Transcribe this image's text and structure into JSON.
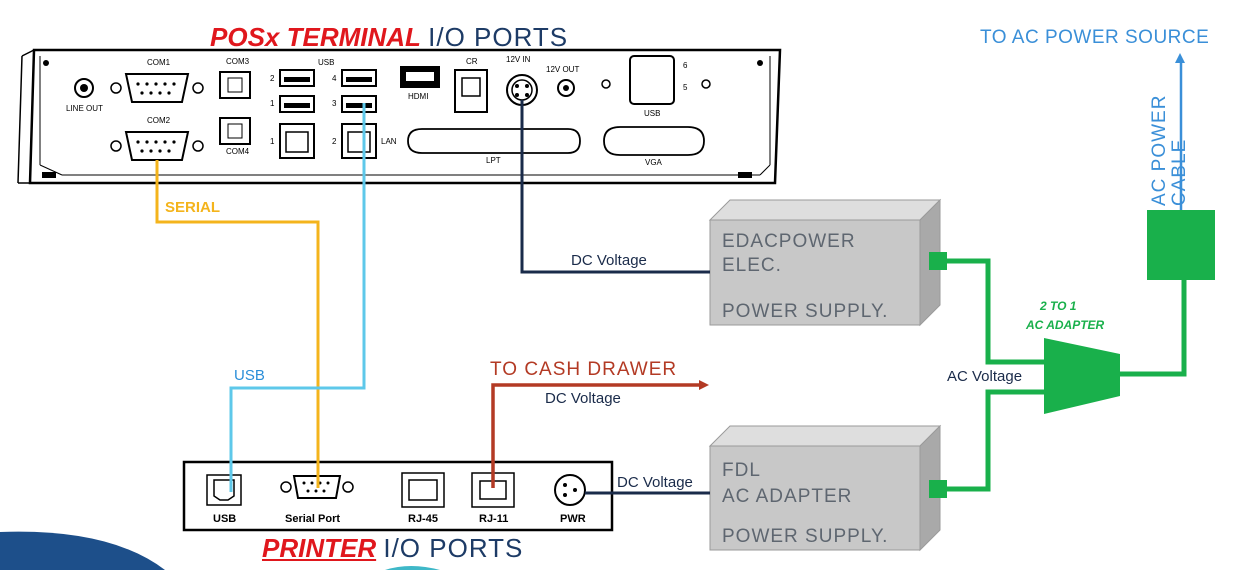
{
  "terminal": {
    "title_brand": "POSx TERMINAL",
    "title_rest": "I/O PORTS",
    "ports": {
      "com1": "COM1",
      "com2": "COM2",
      "com3": "COM3",
      "com4": "COM4",
      "usb": "USB",
      "usb_n1": "1",
      "usb_n2": "2",
      "usb_n3": "3",
      "usb_n4": "4",
      "lan": "LAN",
      "lan_n1": "1",
      "lan_n2": "2",
      "hdmi": "HDMI",
      "cr": "CR",
      "in12v": "12V IN",
      "out12v": "12V OUT",
      "lineout": "LINE OUT",
      "lpt": "LPT",
      "vga": "VGA",
      "usb_right": "USB",
      "n6": "6",
      "n5": "5"
    }
  },
  "printer": {
    "title_brand": "PRINTER",
    "title_rest": "I/O PORTS",
    "ports": {
      "usb": "USB",
      "serial": "Serial Port",
      "rj45": "RJ-45",
      "rj11": "RJ-11",
      "pwr": "PWR"
    }
  },
  "labels": {
    "serial": "SERIAL",
    "usb": "USB",
    "dc_voltage_top": "DC Voltage",
    "dc_voltage_drawer": "DC Voltage",
    "dc_voltage_printer": "DC Voltage",
    "to_cash_drawer": "TO CASH DRAWER",
    "ac_voltage": "AC Voltage",
    "to_ac_power_source": "TO AC POWER SOURCE",
    "ac_power": "AC POWER",
    "cable": "CABLE",
    "adapter_line1": "2 TO 1",
    "adapter_line2": "AC ADAPTER"
  },
  "supply1": {
    "line1": "EDACPOWER",
    "line2": "ELEC.",
    "line3": "POWER SUPPLY."
  },
  "supply2": {
    "line1": "FDL",
    "line2": "AC ADAPTER",
    "line3": "POWER SUPPLY."
  },
  "colors": {
    "brand_red": "#e0171d",
    "serial_yellow": "#f4b41c",
    "usb_blue": "#5ec8ea",
    "dc_navy": "#1a2b4a",
    "drawer_red": "#b33a24",
    "ac_green": "#19b04b",
    "ac_blue": "#3a8fd8",
    "box_grey": "#c8c8c8"
  }
}
